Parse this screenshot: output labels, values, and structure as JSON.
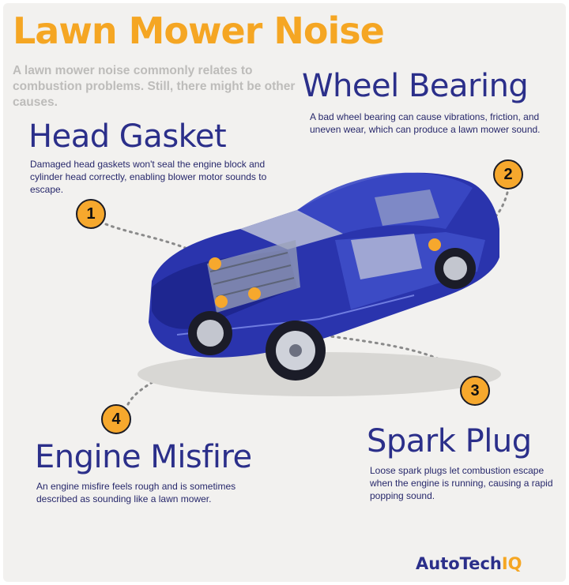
{
  "title": "Lawn Mower Noise",
  "subtitle": "A lawn mower noise commonly relates to combustion problems. Still, there might be other causes.",
  "causes": [
    {
      "number": "1",
      "heading": "Head Gasket",
      "description": "Damaged head gaskets won't seal the engine block and cylinder head correctly, enabling blower motor sounds to escape."
    },
    {
      "number": "2",
      "heading": "Wheel Bearing",
      "description": "A bad wheel bearing can cause vibrations, friction, and uneven wear, which can produce a lawn mower sound."
    },
    {
      "number": "3",
      "heading": "Spark Plug",
      "description": "Loose spark plugs let combustion escape when the engine is running, causing a rapid popping sound."
    },
    {
      "number": "4",
      "heading": "Engine Misfire",
      "description": "An engine misfire feels rough and is sometimes described as sounding like a lawn mower."
    }
  ],
  "logo": {
    "main": "AutoTech",
    "accent": "IQ"
  },
  "colors": {
    "title": "#f5a623",
    "heading": "#2b2f8a",
    "car_body": "#2430a8",
    "badge": "#f6a82d",
    "background": "#f2f1ef"
  }
}
